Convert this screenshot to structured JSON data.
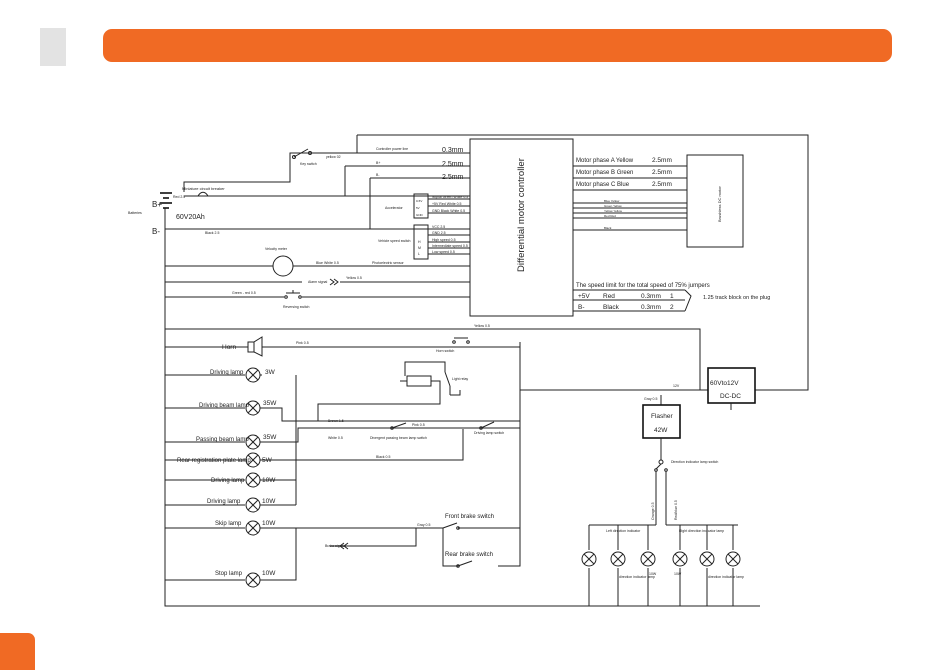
{
  "colors": {
    "accent": "#f06a24",
    "tab": "#e3e3e3"
  },
  "battery": {
    "plus": "B+",
    "minus": "B-",
    "rating": "60V20Ah",
    "name": "Batteries"
  },
  "labels": {
    "breaker": "Miniature circuit breaker",
    "key_switch": "Key switch",
    "yellow_02": "yellow 02",
    "red_25": "Red 2.5",
    "controller_power_line": "Controller power line",
    "b_plus": "B+",
    "b_minus": "B-",
    "black_25": "Black 2.5",
    "accelerator": "Accelerator",
    "velocity_meter": "Velocity meter",
    "blue_white": "Blue White 0.5",
    "photo_sensor": "Photoelectric sensor",
    "alarm_signal": "Alarm signal",
    "yellow_05": "Yellow 0.5",
    "reversing_switch": "Reversing switch",
    "green_red": "Green - red 0.5",
    "vehicle_speed_switch": "Vehicle speed switch",
    "controller": "Differential motor controller",
    "motor": "Brushless DC motor",
    "wire_03": "0.3mm",
    "wire_25a": "2.5mm",
    "wire_25b": "2.5mm",
    "phase_a": "Motor phase A Yellow",
    "phase_b": "Motor phase B Green",
    "phase_c": "Motor phase C Blue",
    "phase_a_mm": "2.5mm",
    "phase_b_mm": "2.5mm",
    "phase_c_mm": "2.5mm",
    "hall": [
      "Blue Yellow",
      "Green Yellow",
      "Yellow Yellow",
      "Red Red",
      "Black"
    ],
    "acc_rows": [
      "Signal Green White 0.5",
      "+5V Red White 0.5",
      "GND Black White 0.5"
    ],
    "acc_box": [
      "0-5V",
      "5V",
      "GND"
    ],
    "vs_rows": [
      "VCC 2.5",
      "GND 2.5",
      "High speed 0.5",
      "Intermediate speed 0.5",
      "Low speed 0.5"
    ],
    "vs_box": [
      "H",
      "M",
      "L"
    ],
    "speed_limit": "The speed limit for the total speed of 75% jumpers",
    "row1": [
      "+5V",
      "Red",
      "0.3mm",
      "1"
    ],
    "row2": [
      "B-",
      "Black",
      "0.3mm",
      "2"
    ],
    "track_block": "1.25 track block on the plug",
    "yellow_05b": "Yellow 0.5",
    "horn": "Horn",
    "horn_switch": "Horn switch",
    "light_relay": "Light relay",
    "pink_05": "Pink 0.5",
    "driving_lamp1": "Driving lamp",
    "driving_lamp1_w": "3W",
    "driving_beam": "Driving beam lamp",
    "driving_beam_w": "35W",
    "passing_beam": "Passing beam lamp",
    "passing_beam_w": "35W",
    "reg_plate": "Rear registration plate lamp",
    "reg_plate_w": "5W",
    "driving_lamp2": "Driving lamp",
    "driving_lamp2_w": "10W",
    "driving_lamp3": "Driving  lamp",
    "driving_lamp3_w": "10W",
    "skip_lamp": "Skip lamp",
    "skip_lamp_w": "10W",
    "stop_lamp": "Stop lamp",
    "stop_lamp_w": "10W",
    "brown_15": "Brown 1.5",
    "white_05": "White 0.5",
    "dimmer_switch": "Divergent passing beam lamp switch",
    "pink_05b": "Pink 0.5",
    "driving_lamp_switch": "Driving lamp switch",
    "black_05": "Black 0.5",
    "front_brake": "Front brake switch",
    "rear_brake": "Rear brake switch",
    "brake_signal": "Brake signal",
    "gray_05": "Gray 0.5",
    "twelve_v": "12V",
    "dcdc_1": "60Vto12V",
    "dcdc_2": "DC-DC",
    "flasher_1": "Flasher",
    "flasher_2": "42W",
    "direction_switch": "Direction indicator lamp switch",
    "orange_05": "Orange 0.5",
    "red_blue_05": "Red/blue 0.5",
    "left_dir": "Left direction indicator",
    "right_dir": "Right direction indicator lamp",
    "w10": "10W",
    "direction_indicator_lamp": "direction indicator lamp"
  }
}
